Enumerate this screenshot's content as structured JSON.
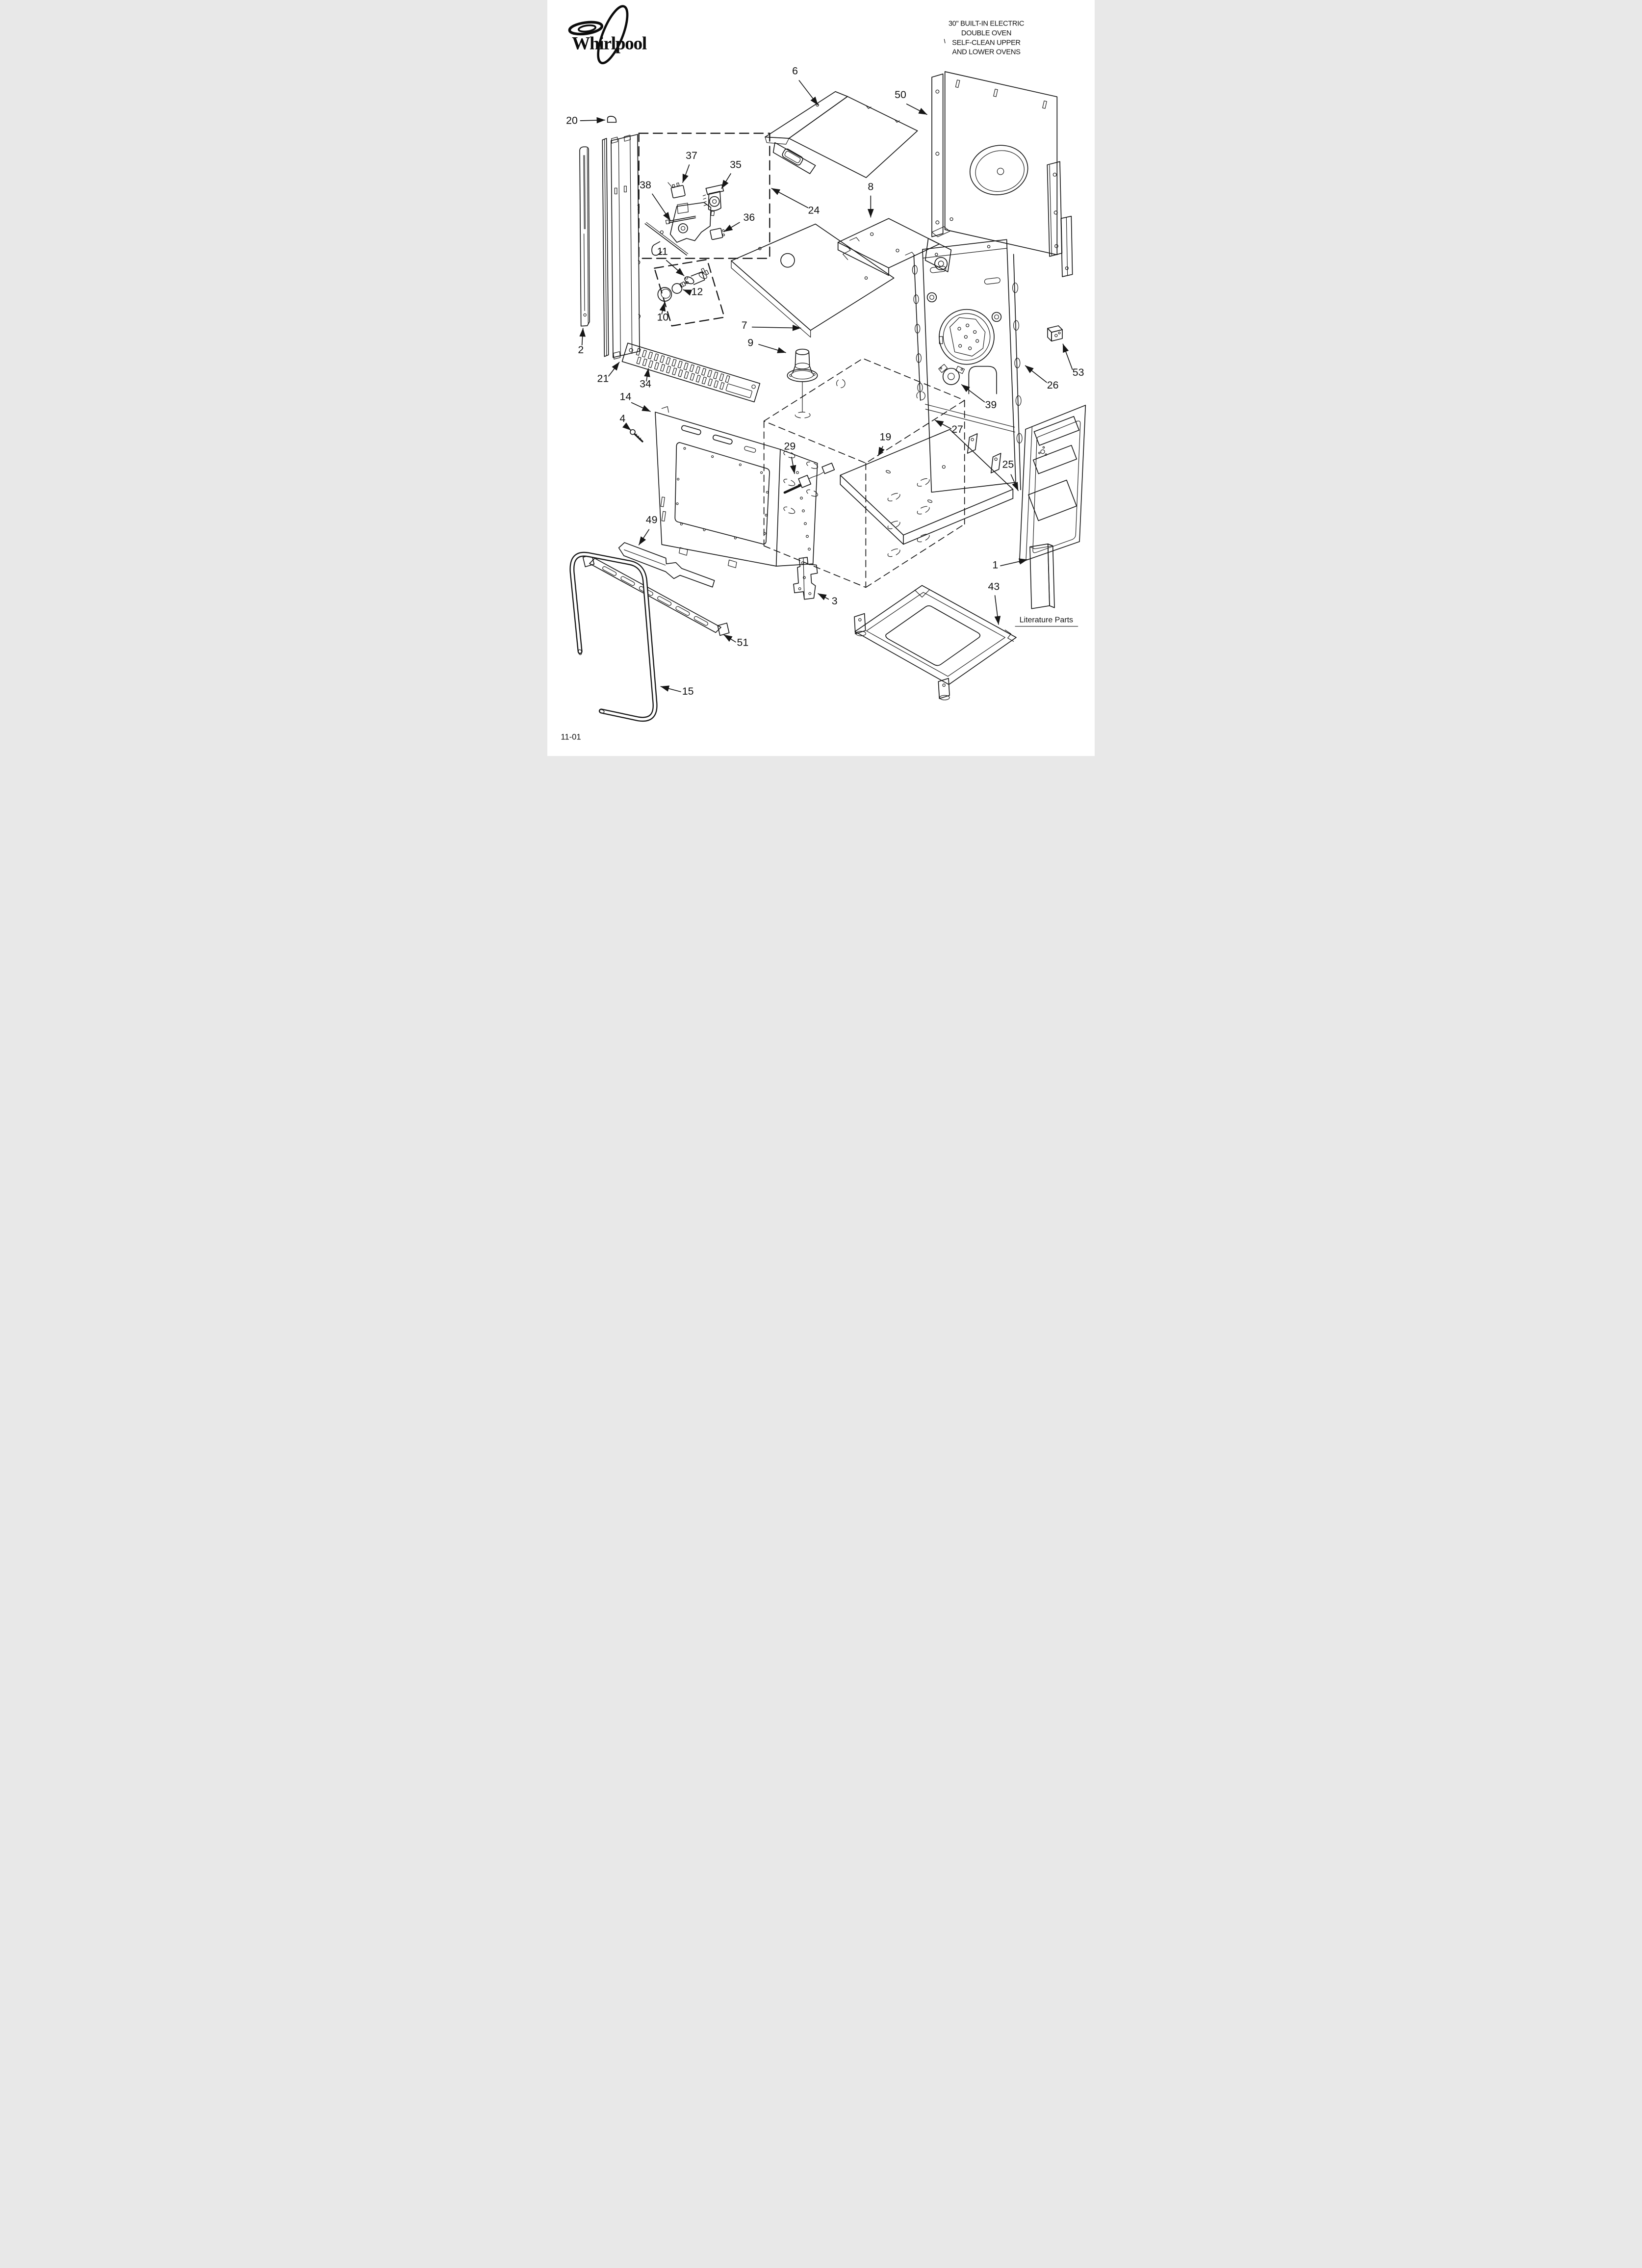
{
  "page": {
    "footer_code": "11-01"
  },
  "logo": {
    "brand": "Whirlpool"
  },
  "header": {
    "title_lines": [
      "30\" BUILT-IN ELECTRIC",
      "DOUBLE OVEN",
      "SELF-CLEAN UPPER",
      "AND LOWER OVENS"
    ]
  },
  "sections": {
    "literature_label": "Literature Parts"
  },
  "callouts": [
    "6",
    "50",
    "20",
    "37",
    "35",
    "38",
    "36",
    "24",
    "8",
    "11",
    "12",
    "10",
    "7",
    "9",
    "2",
    "21",
    "34",
    "14",
    "4",
    "29",
    "27",
    "19",
    "25",
    "26",
    "53",
    "39",
    "1",
    "43",
    "49",
    "3",
    "51",
    "15"
  ]
}
